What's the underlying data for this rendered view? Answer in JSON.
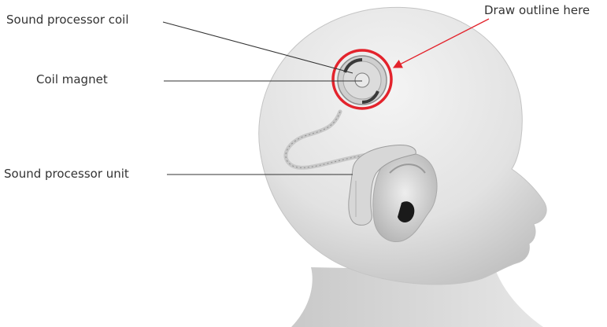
{
  "labels": {
    "sound_processor_coil": "Sound processor coil",
    "coil_magnet": "Coil magnet",
    "sound_processor_unit": "Sound processor unit",
    "draw_outline_here": "Draw outline here"
  },
  "colors": {
    "highlight_circle": "#e3232c",
    "arrow": "#e3232c",
    "leader_lines": "#333333",
    "head_skin": "#e4e4e4"
  },
  "icons": {
    "highlight": "red-circle-outline",
    "pointer": "red-arrow"
  }
}
